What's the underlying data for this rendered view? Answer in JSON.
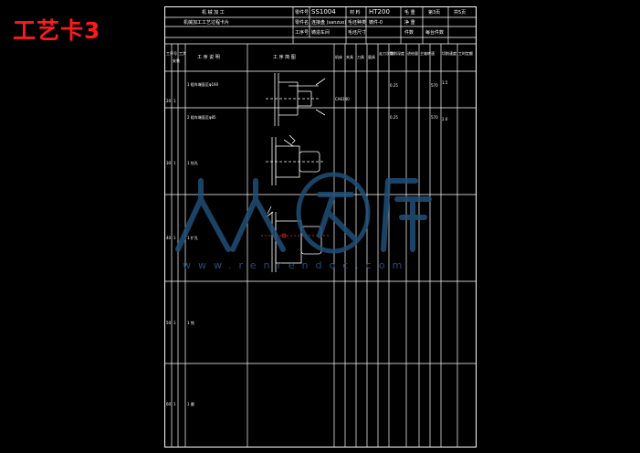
{
  "page": {
    "title": "工艺卡3"
  },
  "header": {
    "row1": {
      "label_a": "机 械 加 工",
      "label_b": "零件号",
      "part_no": "SS1004",
      "label_c": "材 料",
      "material": "HT200",
      "label_d": "毛 重",
      "label_e": "第3页",
      "label_f": "共5页"
    },
    "row2": {
      "sub_title": "机械加工工艺过程卡片",
      "label_a": "零件名",
      "part_name": "连接盘 (sanzuo)",
      "label_b": "毛坯种类",
      "blank_type": "铸件-0",
      "label_c": "净 重"
    },
    "row3": {
      "label_a": "工序号",
      "label_b": "铸造车间",
      "label_c": "毛坯尺寸",
      "label_d": "件数",
      "label_e": "每台件数"
    }
  },
  "columns": [
    "工序号",
    "安装",
    "工步",
    "工 序 说 明",
    "工 序 简 图",
    "机床",
    "夹具",
    "刀具",
    "量具",
    "走刀次数",
    "切削深度",
    "进给量",
    "主轴转速",
    "切削速度",
    "工时定额"
  ],
  "rows": [
    {
      "no": "20",
      "install": "1",
      "steps": [
        "1 粗车端面至φ160",
        "2 粗车端面至φ85"
      ],
      "machine": "CA6140",
      "values": [
        "0.25",
        "0.25",
        "570",
        "1.5",
        "570",
        "2.0"
      ]
    },
    {
      "no": "30",
      "install": "1",
      "steps": [
        "1 钻孔"
      ],
      "values": []
    },
    {
      "no": "40",
      "install": "1",
      "steps": [
        "1 扩孔"
      ],
      "values": []
    },
    {
      "no": "50",
      "install": "1",
      "steps": [
        "1 铣"
      ],
      "values": []
    },
    {
      "no": "60",
      "install": "1",
      "steps": [
        "1 磨"
      ],
      "values": []
    }
  ],
  "watermark": {
    "text": "人人文库",
    "url": "www.renrendoc.com"
  },
  "colors": {
    "background": "#000000",
    "lines": "#ffffff",
    "title": "#ff1a1a",
    "watermark": "#1f4f78",
    "dim": "#ff3030"
  }
}
